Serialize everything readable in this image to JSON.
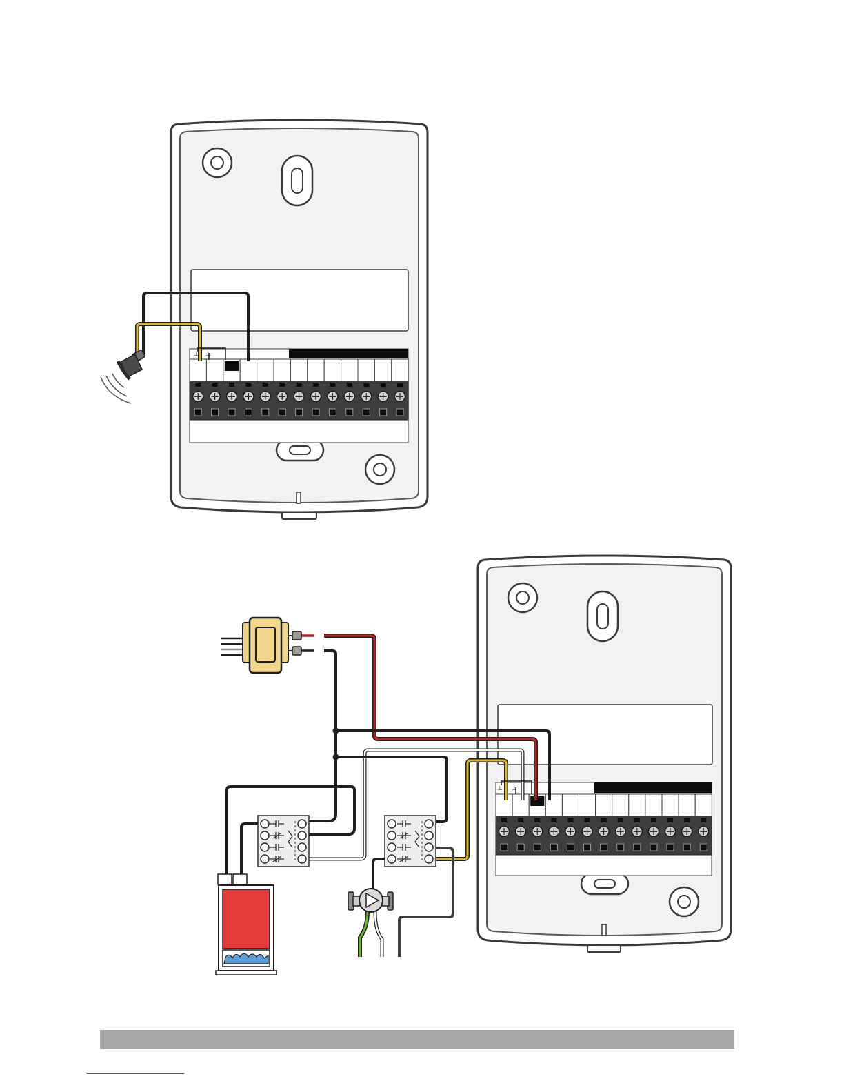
{
  "colors": {
    "housing_fill": "#ffffff",
    "housing_stroke": "#3a3a3a",
    "housing_inner": "#f2f2f2",
    "terminal_block": "#3d3d3d",
    "terminal_header": "#0c0c0c",
    "wire_black": "#1e1e1e",
    "wire_red": "#b3262b",
    "wire_yellow": "#d7b43a",
    "wire_white": "#ffffff",
    "wire_green": "#6bb536",
    "wire_gray": "#8c8c8c",
    "transformer": "#f2d58c",
    "boiler_red": "#e23d3a",
    "flame_blue": "#5b9fd6",
    "relay_fill": "#efefef",
    "footer_bar": "#a7a7a7",
    "link_underline": "#2b3fd6"
  },
  "components": {
    "top_thermostat": {
      "terminal_count": 13,
      "icon": "thermostat-base-icon"
    },
    "bottom_thermostat": {
      "terminal_count": 13,
      "icon": "thermostat-base-icon"
    },
    "sensor": {
      "icon": "remote-sensor-icon"
    },
    "transformer": {
      "icon": "transformer-icon"
    },
    "relays": {
      "count": 2,
      "icon": "relay-icon"
    },
    "boiler": {
      "icon": "boiler-icon"
    },
    "pump": {
      "icon": "circulator-pump-icon"
    }
  }
}
